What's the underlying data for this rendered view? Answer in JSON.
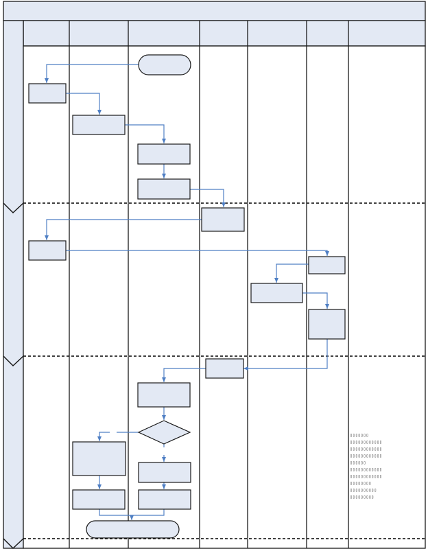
{
  "diagram": {
    "title": "",
    "lanes": [
      {
        "key": "lane1",
        "label": ""
      },
      {
        "key": "lane2",
        "label": ""
      },
      {
        "key": "lane3",
        "label": ""
      },
      {
        "key": "lane4",
        "label": ""
      },
      {
        "key": "lane5",
        "label": ""
      },
      {
        "key": "lane6",
        "label": ""
      },
      {
        "key": "lane7",
        "label": ""
      }
    ],
    "phases": [
      {
        "key": "phase1",
        "label": ""
      },
      {
        "key": "phase2",
        "label": ""
      },
      {
        "key": "phase3",
        "label": ""
      }
    ],
    "nodes": [
      {
        "id": "start",
        "shape": "terminator",
        "label": ""
      },
      {
        "id": "n1",
        "shape": "process",
        "label": ""
      },
      {
        "id": "n2",
        "shape": "process",
        "label": ""
      },
      {
        "id": "n3",
        "shape": "process",
        "label": ""
      },
      {
        "id": "n4",
        "shape": "process",
        "label": ""
      },
      {
        "id": "n5",
        "shape": "process",
        "label": ""
      },
      {
        "id": "n6",
        "shape": "process",
        "label": ""
      },
      {
        "id": "n7",
        "shape": "process",
        "label": ""
      },
      {
        "id": "n8",
        "shape": "process",
        "label": ""
      },
      {
        "id": "n9",
        "shape": "process",
        "label": ""
      },
      {
        "id": "n10",
        "shape": "process",
        "label": ""
      },
      {
        "id": "n11",
        "shape": "process",
        "label": ""
      },
      {
        "id": "dec",
        "shape": "decision",
        "label": ""
      },
      {
        "id": "n12",
        "shape": "process",
        "label": ""
      },
      {
        "id": "n13",
        "shape": "process",
        "label": ""
      },
      {
        "id": "n14",
        "shape": "process",
        "label": ""
      },
      {
        "id": "n15",
        "shape": "process",
        "label": ""
      },
      {
        "id": "end",
        "shape": "terminator",
        "label": ""
      }
    ],
    "edges": [
      {
        "from": "start",
        "to": "n1"
      },
      {
        "from": "n1",
        "to": "n2"
      },
      {
        "from": "n2",
        "to": "n3"
      },
      {
        "from": "n3",
        "to": "n4"
      },
      {
        "from": "n4",
        "to": "n5"
      },
      {
        "from": "n5",
        "to": "n6"
      },
      {
        "from": "n6",
        "to": "n7"
      },
      {
        "from": "n7",
        "to": "n8"
      },
      {
        "from": "n8",
        "to": "n9"
      },
      {
        "from": "n9",
        "to": "n10"
      },
      {
        "from": "n10",
        "to": "n11"
      },
      {
        "from": "n11",
        "to": "dec"
      },
      {
        "from": "dec",
        "to": "n12"
      },
      {
        "from": "dec",
        "to": "n13"
      },
      {
        "from": "n12",
        "to": "n14"
      },
      {
        "from": "n13",
        "to": "n15"
      },
      {
        "from": "n14",
        "to": "end"
      },
      {
        "from": "n15",
        "to": "end"
      }
    ],
    "note_text": "▯▯▯▯▯▯▯\n▯▯▯▯▯▯▯▯▯▯▯▯\n▯▯▯▯▯▯▯▯▯▯▯▯\n▯▯▯▯▯▯▯▯▯▯▯▯\n▯▯▯▯▯▯\n▯▯▯▯▯▯▯▯▯▯▯▯\n▯▯▯▯▯▯▯▯▯▯▯▯\n▯▯▯▯▯▯▯▯\n▯▯▯▯▯▯▯▯▯▯\n▯▯▯▯▯▯▯▯▯"
  },
  "colors": {
    "header_fill": "#e3e9f4",
    "box_fill": "#e3e9f4",
    "border": "#1a1a1a",
    "arrow": "#4f7fc4",
    "divider": "#000000"
  }
}
